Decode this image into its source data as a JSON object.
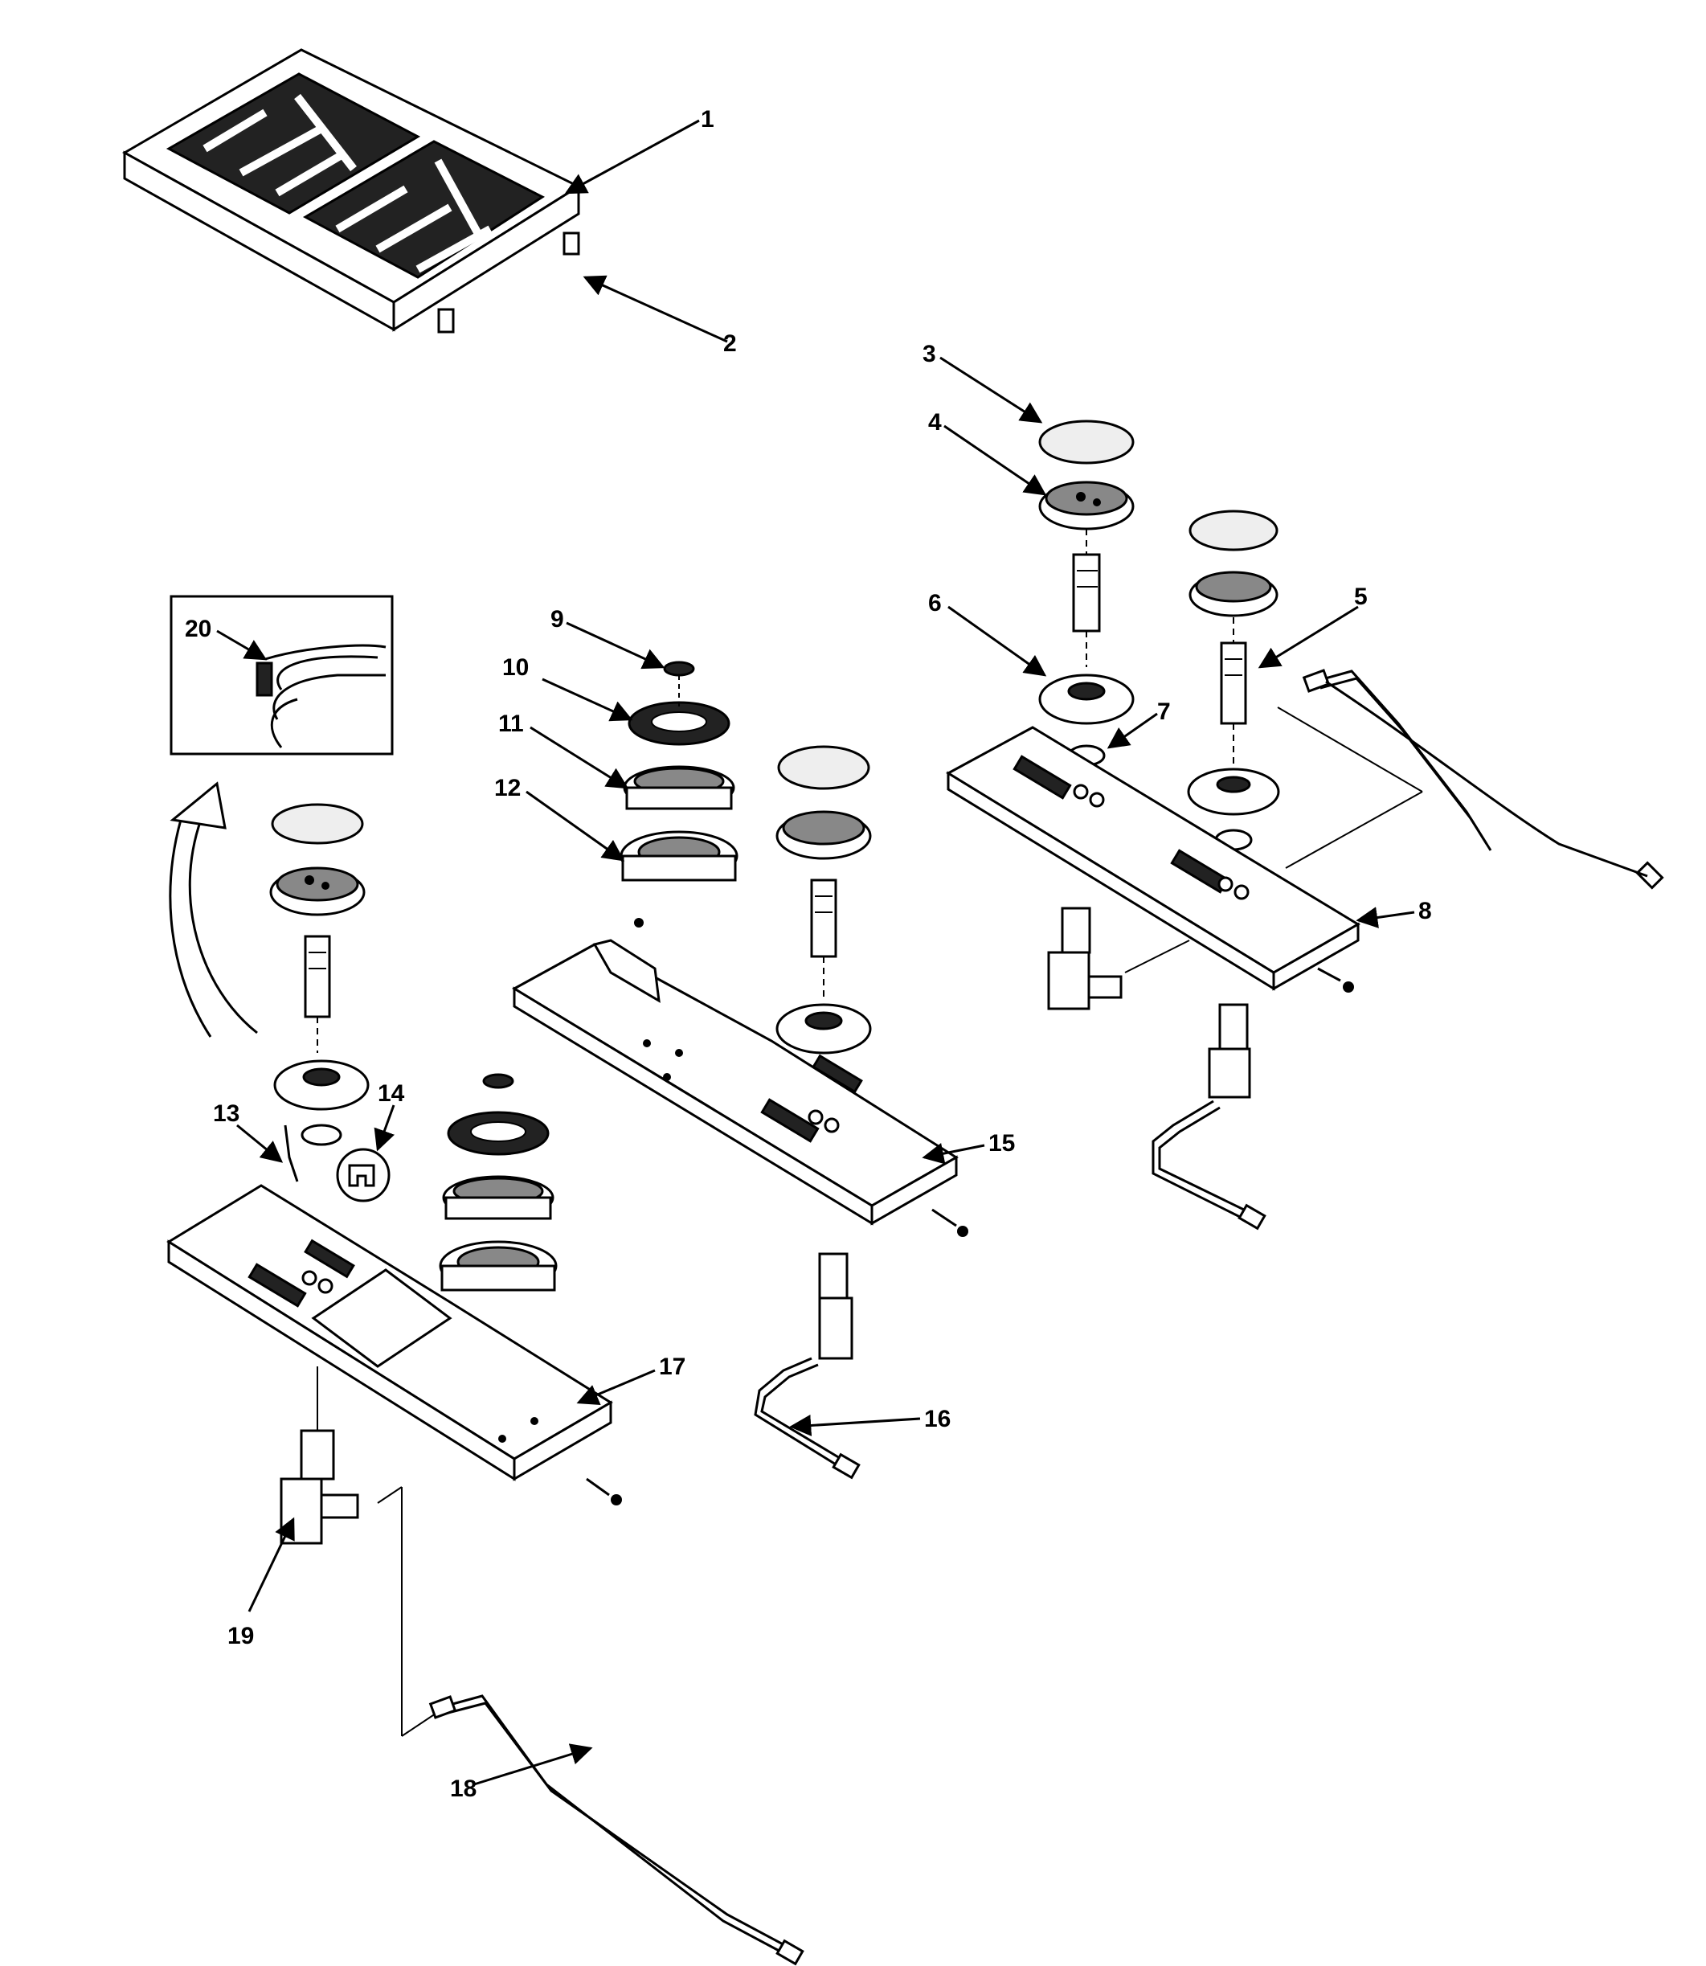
{
  "callouts": [
    {
      "id": "1",
      "label": "1"
    },
    {
      "id": "2",
      "label": "2"
    },
    {
      "id": "3",
      "label": "3"
    },
    {
      "id": "4",
      "label": "4"
    },
    {
      "id": "5",
      "label": "5"
    },
    {
      "id": "6",
      "label": "6"
    },
    {
      "id": "7",
      "label": "7"
    },
    {
      "id": "8",
      "label": "8"
    },
    {
      "id": "9",
      "label": "9"
    },
    {
      "id": "10",
      "label": "10"
    },
    {
      "id": "11",
      "label": "11"
    },
    {
      "id": "12",
      "label": "12"
    },
    {
      "id": "13",
      "label": "13"
    },
    {
      "id": "14",
      "label": "14"
    },
    {
      "id": "15",
      "label": "15"
    },
    {
      "id": "16",
      "label": "16"
    },
    {
      "id": "17",
      "label": "17"
    },
    {
      "id": "18",
      "label": "18"
    },
    {
      "id": "19",
      "label": "19"
    },
    {
      "id": "20",
      "label": "20"
    }
  ],
  "colors": {
    "line": "#000000",
    "background": "#ffffff",
    "shade": "#222222"
  }
}
